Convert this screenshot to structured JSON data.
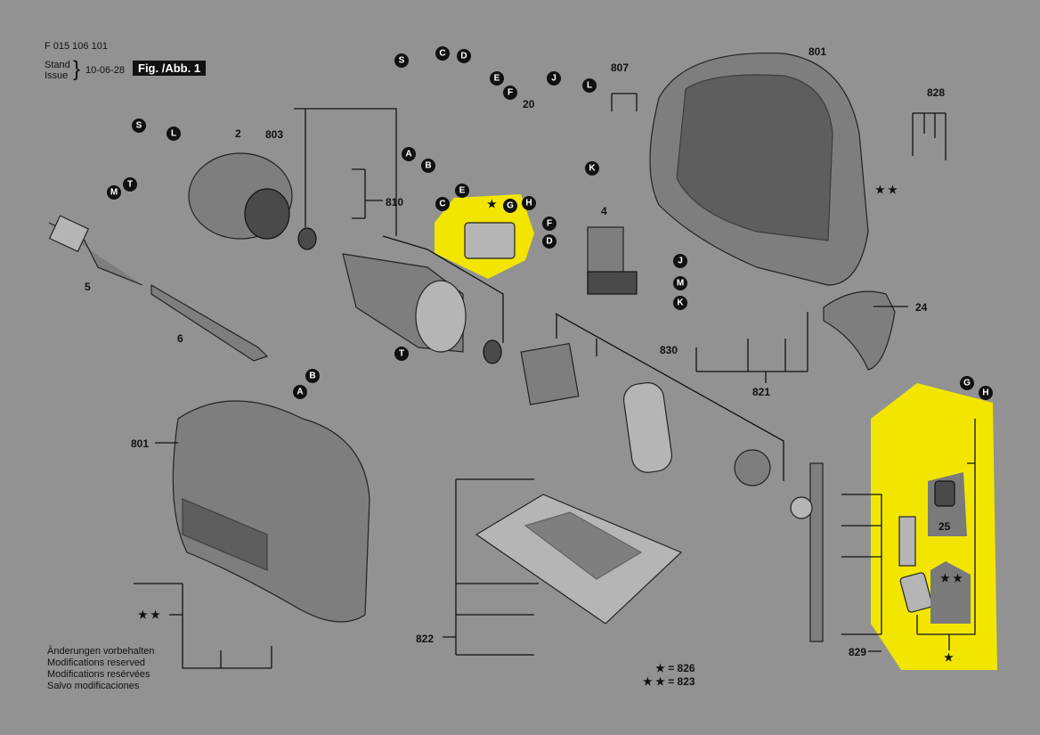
{
  "header": {
    "part_number": "F 015 106 101",
    "stand_label": "Stand",
    "issue_label": "Issue",
    "date": "10-06-28",
    "figure_label": "Fig. /Abb. 1"
  },
  "notice": [
    "Änderungen vorbehalten",
    "Modifications reserved",
    "Modifications resérvées",
    "Salvo modificaciones"
  ],
  "legend": [
    {
      "symbol": "★",
      "value": "= 826"
    },
    {
      "symbol": "★ ★",
      "value": "= 823"
    }
  ],
  "part_labels": [
    "801",
    "807",
    "828",
    "20",
    "2",
    "803",
    "810",
    "4",
    "5",
    "6",
    "24",
    "830",
    "821",
    "801",
    "25",
    "829",
    "822"
  ],
  "connector_letters": [
    "S",
    "C",
    "D",
    "E",
    "F",
    "J",
    "L",
    "A",
    "B",
    "K",
    "S",
    "L",
    "T",
    "M",
    "C",
    "E",
    "G",
    "H",
    "F",
    "D",
    "J",
    "M",
    "K",
    "B",
    "A",
    "T",
    "G",
    "H"
  ],
  "star_marks": [
    "★ ★",
    "★ ★",
    "★ ★",
    "★",
    "★"
  ],
  "colors": {
    "background": "#929292",
    "highlight": "#f2e600",
    "ink": "#111111"
  }
}
